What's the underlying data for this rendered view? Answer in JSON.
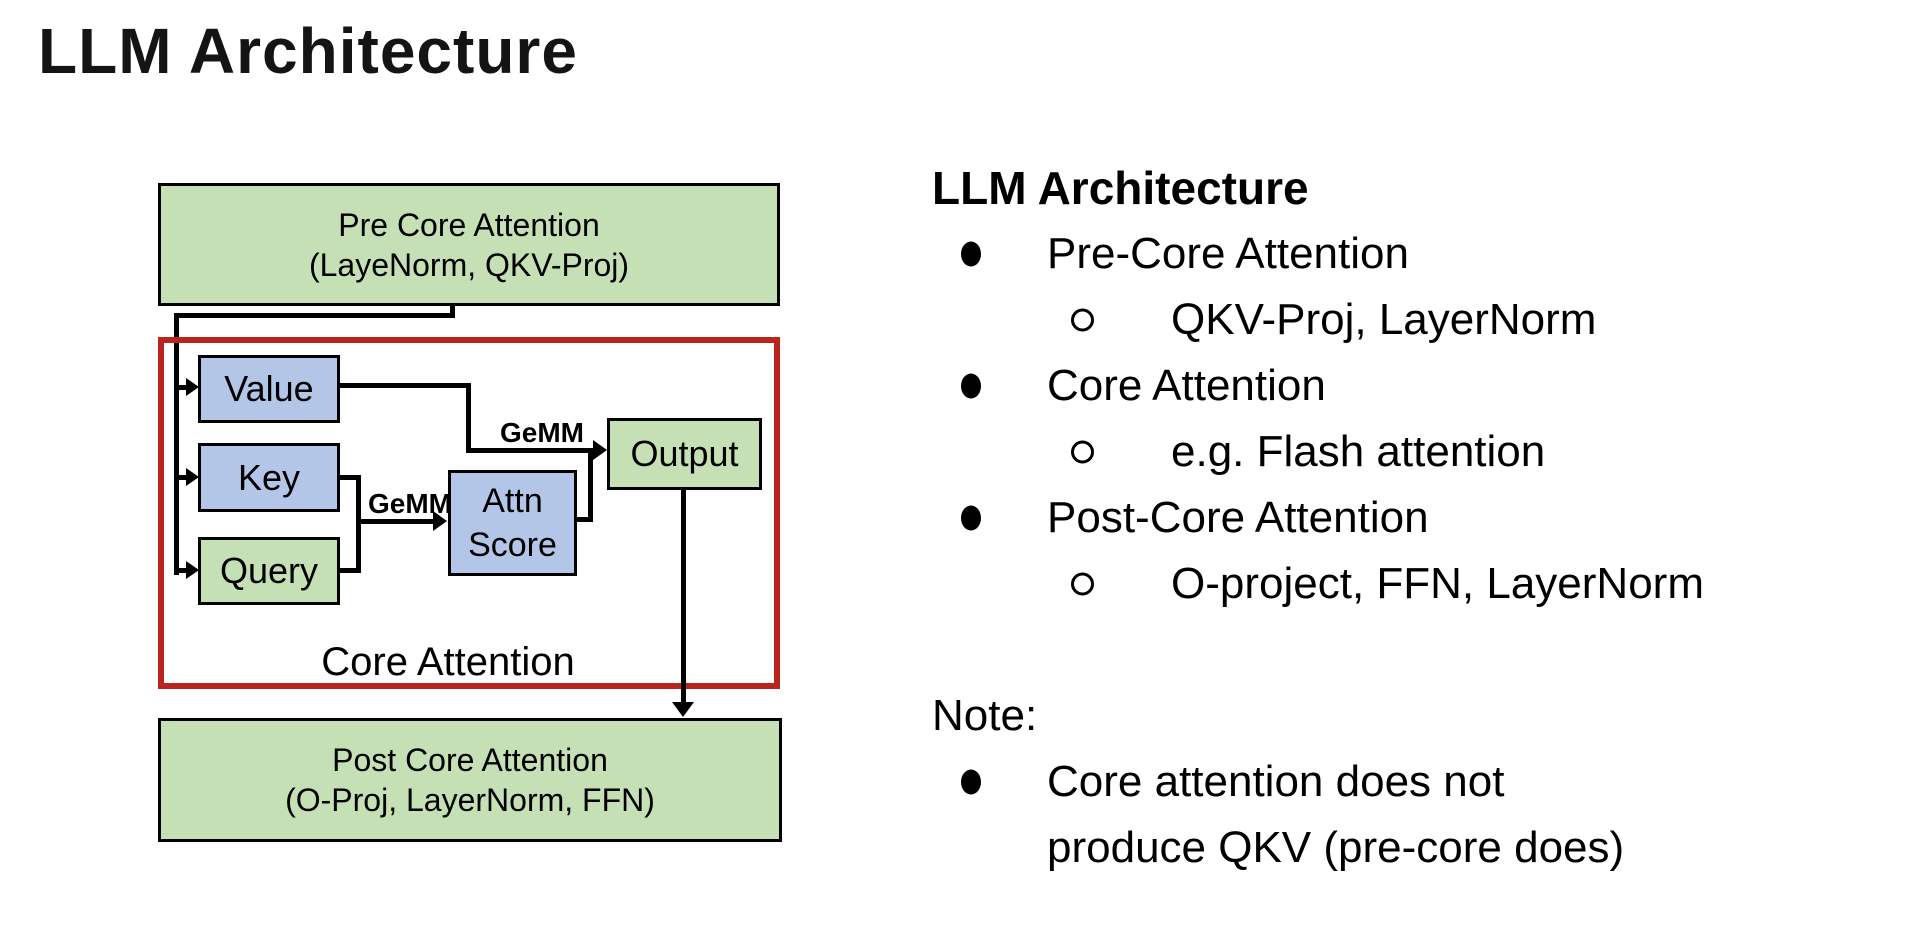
{
  "slide_title": "LLM Architecture",
  "colors": {
    "box_green": "#c5e0b4",
    "box_blue": "#b4c6e7",
    "red_border": "#b9241c",
    "line_black": "#000000",
    "background": "#ffffff"
  },
  "diagram": {
    "pre_box": {
      "line1": "Pre Core Attention",
      "line2": "(LayeNorm, QKV-Proj)"
    },
    "value_label": "Value",
    "key_label": "Key",
    "query_label": "Query",
    "attn_box": {
      "line1": "Attn",
      "line2": "Score"
    },
    "output_label": "Output",
    "gemm_top": "GeMM",
    "gemm_mid": "GeMM",
    "core_attention_label": "Core Attention",
    "post_box": {
      "line1": "Post Core Attention",
      "line2": "(O-Proj, LayerNorm, FFN)"
    }
  },
  "notes": {
    "heading": "LLM Architecture",
    "bullets": [
      {
        "level": 1,
        "text": "Pre-Core Attention"
      },
      {
        "level": 2,
        "text": "QKV-Proj, LayerNorm"
      },
      {
        "level": 1,
        "text": "Core Attention"
      },
      {
        "level": 2,
        "text": "e.g. Flash attention"
      },
      {
        "level": 1,
        "text": "Post-Core Attention"
      },
      {
        "level": 2,
        "text": "O-project, FFN, LayerNorm"
      }
    ],
    "note_heading": "Note:",
    "note_line1": "Core attention does not",
    "note_line2": "produce QKV (pre-core does)"
  }
}
